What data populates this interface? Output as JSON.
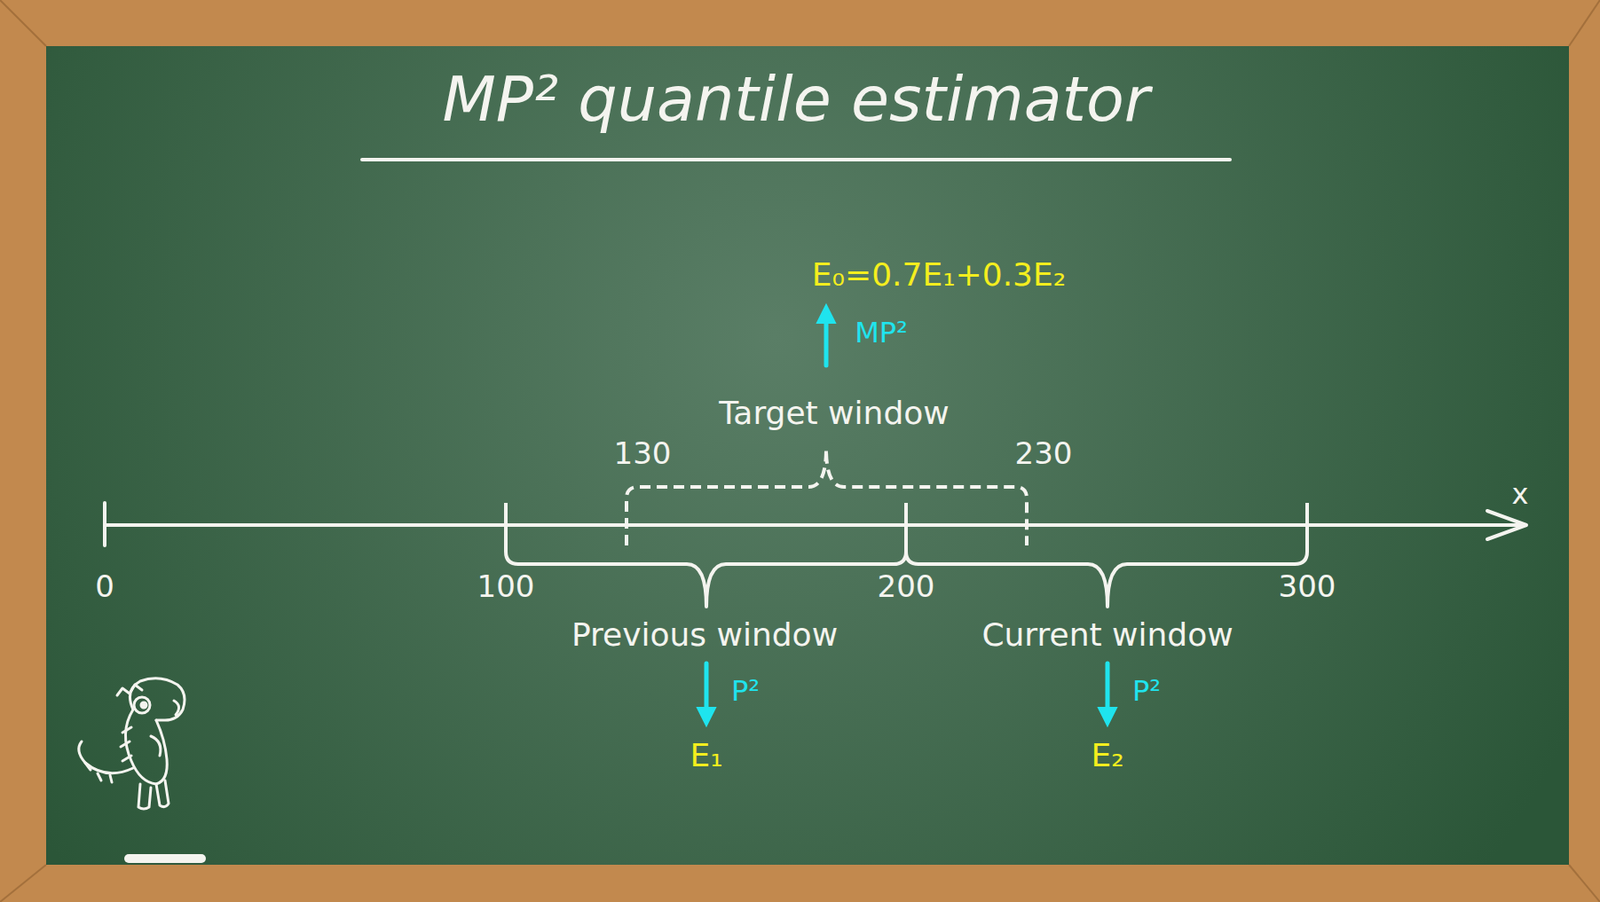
{
  "diagram": {
    "title": "MP² quantile estimator",
    "labels": [
      "Target window",
      "130",
      "230",
      "0",
      "100",
      "200",
      "300",
      "x",
      "Previous window",
      "Current window",
      "P²",
      "E₁",
      "P²",
      "E₂",
      "MP²",
      "E₀=0.7E₁+0.3E₂"
    ]
  }
}
